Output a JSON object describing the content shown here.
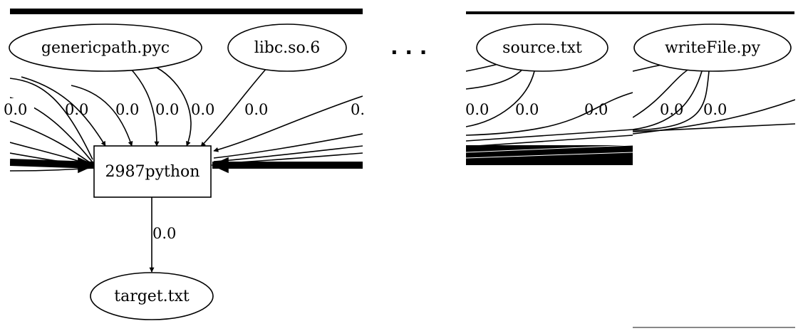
{
  "nodes": {
    "genericpath": "genericpath.pyc",
    "libc": "libc.so.6",
    "python_process": "2987python",
    "target": "target.txt",
    "source": "source.txt",
    "writefile": "writeFile.py"
  },
  "edge_labels": {
    "left_1": "0.0",
    "left_2": "0.0",
    "left_3": "0.0",
    "left_4": "0.0",
    "left_5": "0.0",
    "left_6": "0.0",
    "left_cut": "0.",
    "to_target": "0.0",
    "right_1": "0.0",
    "right_2": "0.0",
    "right_3": "0.0",
    "right_4": "0.0",
    "right_5": "0.0"
  },
  "separator": ". . .",
  "colors": {
    "stroke": "#000000",
    "background": "#ffffff"
  }
}
